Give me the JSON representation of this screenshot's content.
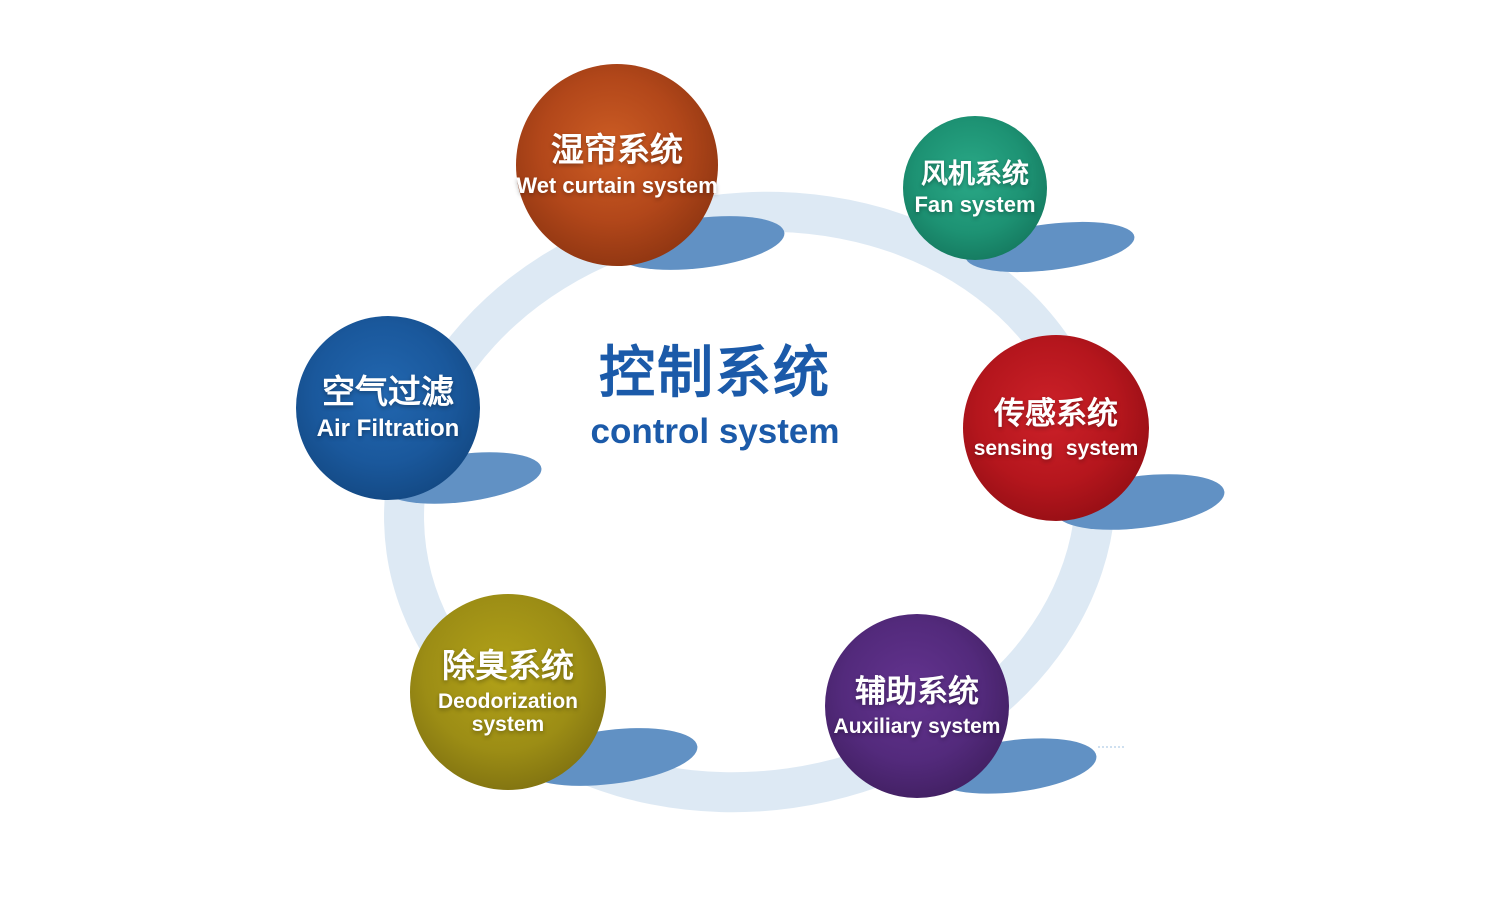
{
  "center": {
    "zh": "控制系统",
    "en": "control system",
    "color": "#1b5aa9"
  },
  "nodes": [
    {
      "name": "wet-curtain-system",
      "zh": "湿帘系统",
      "en": "Wet curtain system",
      "fill": "#b2471a",
      "edge": "#7a2b0c"
    },
    {
      "name": "fan-system",
      "zh": "风机系统",
      "en": "Fan system",
      "fill": "#1d9273",
      "edge": "#0f6850"
    },
    {
      "name": "sensing-system",
      "zh": "传感系统",
      "en": "sensing  system",
      "fill": "#b5161d",
      "edge": "#870c11"
    },
    {
      "name": "auxiliary-system",
      "zh": "辅助系统",
      "en": "Auxiliary system",
      "fill": "#532a7c",
      "edge": "#371a52"
    },
    {
      "name": "deodorization-system",
      "zh": "除臭系统",
      "en": "Deodorization system",
      "fill": "#9c8d15",
      "edge": "#6f630e"
    },
    {
      "name": "air-filtration",
      "zh": "空气过滤",
      "en": "Air Filtration",
      "fill": "#1a589c",
      "edge": "#0e3d72"
    }
  ],
  "decor": {
    "ring_color": "#dde9f4",
    "shadow_color": "#6191c4",
    "background": "#ffffff"
  }
}
